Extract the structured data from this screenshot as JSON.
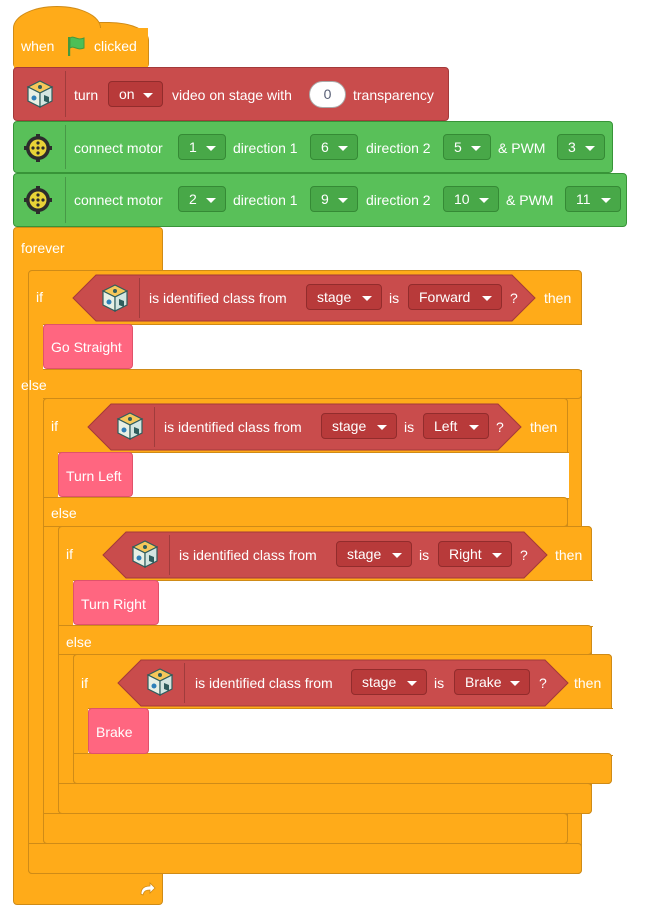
{
  "hat": {
    "when": "when",
    "clicked": "clicked"
  },
  "video": {
    "turn": "turn",
    "state": "on",
    "middle": "video on stage with",
    "value": "0",
    "suffix": "transparency"
  },
  "motor1": {
    "label": "connect motor",
    "motor": "1",
    "dir1_label": "direction 1",
    "dir1": "6",
    "dir2_label": "direction 2",
    "dir2": "5",
    "pwm_label": "& PWM",
    "pwm": "3"
  },
  "motor2": {
    "label": "connect motor",
    "motor": "2",
    "dir1_label": "direction 1",
    "dir1": "9",
    "dir2_label": "direction 2",
    "dir2": "10",
    "pwm_label": "& PWM",
    "pwm": "11"
  },
  "forever": "forever",
  "keywords": {
    "if": "if",
    "then": "then",
    "else": "else",
    "is": "is",
    "q": "?"
  },
  "condition_text": "is identified class from",
  "conditions": [
    {
      "source": "stage",
      "class": "Forward"
    },
    {
      "source": "stage",
      "class": "Left"
    },
    {
      "source": "stage",
      "class": "Right"
    },
    {
      "source": "stage",
      "class": "Brake"
    }
  ],
  "actions": [
    "Go Straight",
    "Turn Left",
    "Turn Right",
    "Brake"
  ],
  "colors": {
    "control": "#ffab19",
    "ml": "#c94c4c",
    "motor": "#59c059",
    "custom": "#ff6680"
  },
  "icons": [
    "green-flag-icon",
    "ml-cube-icon",
    "motor-gear-icon",
    "loop-arrow-icon"
  ]
}
